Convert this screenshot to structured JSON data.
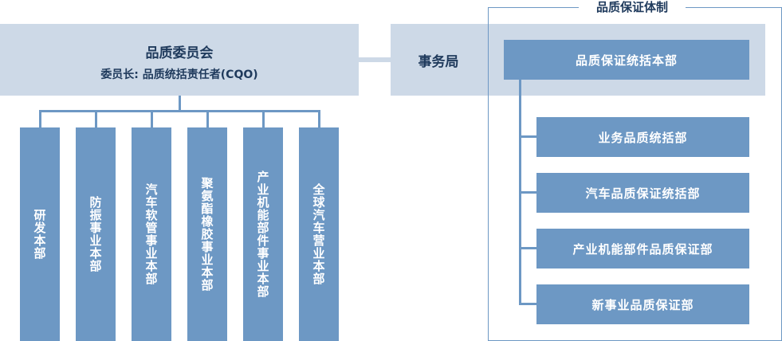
{
  "committee": {
    "title": "品质委员会",
    "subtitle": "委员长: 品质统括责任者(CQO)"
  },
  "secretariat": {
    "label": "事务局"
  },
  "qa_system": {
    "title": "品质保证体制",
    "head": "品质保证统括本部",
    "units": [
      "业务品质统括部",
      "汽车品质保证统括部",
      "产业机能部件品质保证部",
      "新事业品质保证部"
    ]
  },
  "divisions": [
    "研发本部",
    "防振事业本部",
    "汽车软管事业本部",
    "聚氨酯橡胶事业本部",
    "产业机能部件事业本部",
    "全球汽车营业本部"
  ],
  "colors": {
    "light_fill": "#cdd9e7",
    "dark_fill": "#6d98c4",
    "text": "#1f3a5c"
  }
}
